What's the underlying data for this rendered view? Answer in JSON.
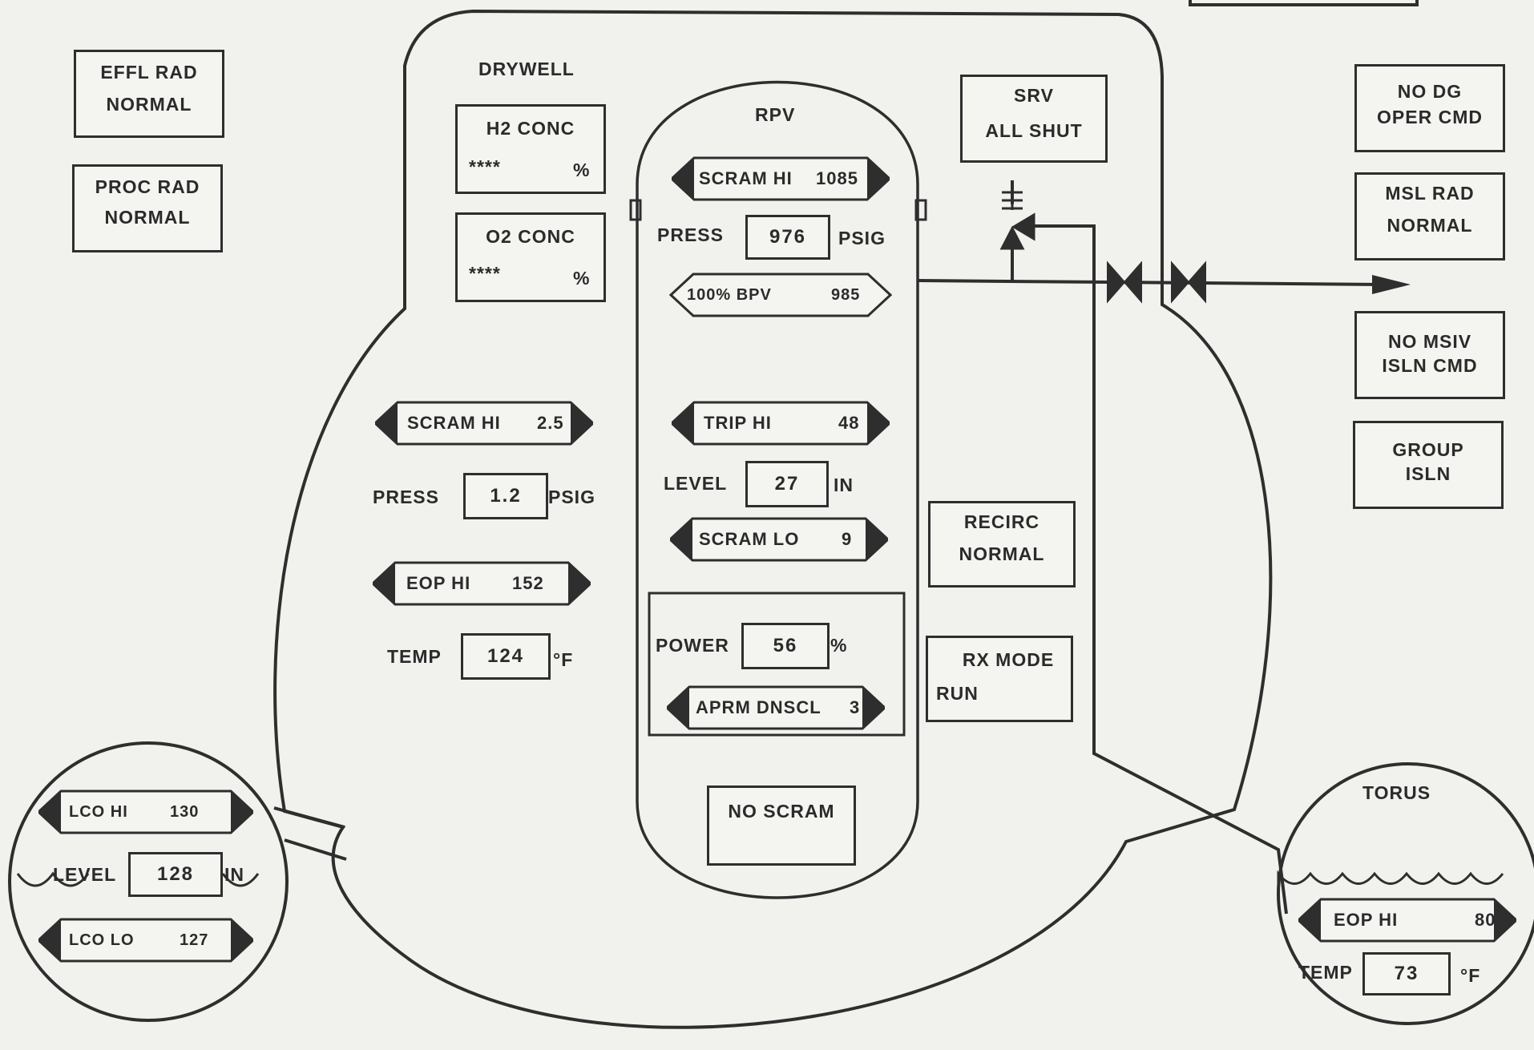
{
  "status_boxes": {
    "effl_rad": [
      "EFFL RAD",
      "NORMAL"
    ],
    "proc_rad": [
      "PROC RAD",
      "NORMAL"
    ],
    "no_dg": [
      "NO DG",
      "OPER CMD"
    ],
    "msl_rad": [
      "MSL RAD",
      "NORMAL"
    ],
    "no_msiv": [
      "NO MSIV",
      "ISLN CMD"
    ],
    "group_isln": [
      "GROUP",
      "ISLN"
    ],
    "srv": [
      "SRV",
      "ALL SHUT"
    ],
    "recirc": [
      "RECIRC",
      "NORMAL"
    ],
    "rx_mode": [
      "RX MODE",
      "RUN"
    ],
    "no_scram": "NO SCRAM"
  },
  "drywell": {
    "title": "DRYWELL",
    "h2": {
      "label": "H2  CONC",
      "value": "****",
      "unit": "%"
    },
    "o2": {
      "label": "O2  CONC",
      "value": "****",
      "unit": "%"
    },
    "scram_hi": {
      "label": "SCRAM HI",
      "value": "2.5"
    },
    "press": {
      "label": "PRESS",
      "value": "1.2",
      "unit": "PSIG"
    },
    "eop_hi": {
      "label": "EOP HI",
      "value": "152"
    },
    "temp": {
      "label": "TEMP",
      "value": "124",
      "unit": "°F"
    }
  },
  "rpv": {
    "title": "RPV",
    "scram_hi": {
      "label": "SCRAM HI",
      "value": "1085"
    },
    "press": {
      "label": "PRESS",
      "value": "976",
      "unit": "PSIG"
    },
    "bpv": {
      "label": "100% BPV",
      "value": "985"
    },
    "trip_hi": {
      "label": "TRIP HI",
      "value": "48"
    },
    "level": {
      "label": "LEVEL",
      "value": "27",
      "unit": "IN"
    },
    "scram_lo": {
      "label": "SCRAM LO",
      "value": "9"
    },
    "power": {
      "label": "POWER",
      "value": "56",
      "unit": "%"
    },
    "aprm": {
      "label": "APRM DNSCL",
      "value": "3"
    }
  },
  "left_pool": {
    "lco_hi": {
      "label": "LCO HI",
      "value": "130"
    },
    "level": {
      "label": "LEVEL",
      "value": "128",
      "unit": "IN"
    },
    "lco_lo": {
      "label": "LCO LO",
      "value": "127"
    }
  },
  "torus": {
    "title": "TORUS",
    "eop_hi": {
      "label": "EOP HI",
      "value": "80"
    },
    "temp": {
      "label": "TEMP",
      "value": "73",
      "unit": "°F"
    }
  }
}
